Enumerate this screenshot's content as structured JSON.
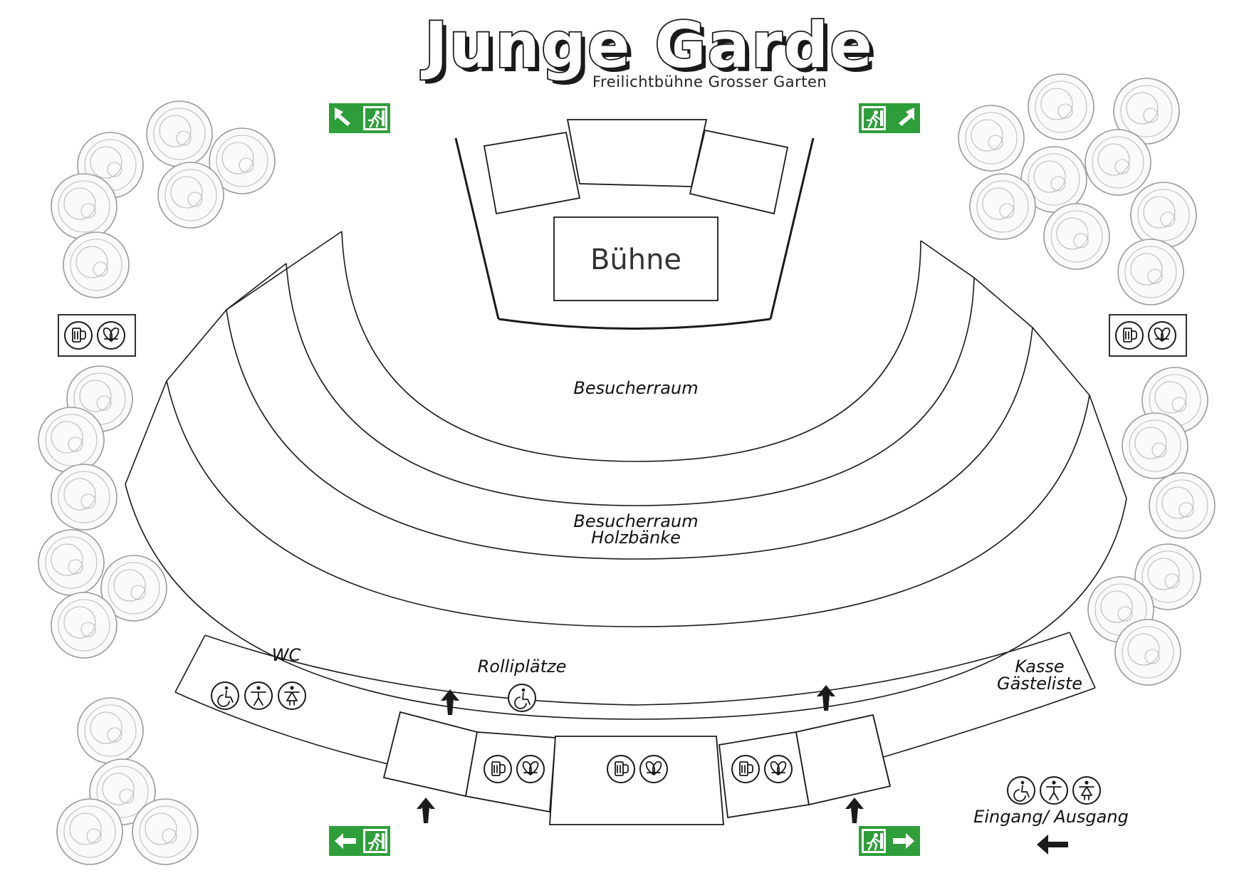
{
  "title": "Junge Garde",
  "subtitle": "Freilichtbühne Grosser Garten",
  "stage_label": "Bühne",
  "zones": {
    "visitor_area": "Besucherraum",
    "visitor_benches_line1": "Besucherraum",
    "visitor_benches_line2": "Holzbänke",
    "wc": "WC",
    "wheelchair_spaces": "Rolliplätze",
    "cashier_line1": "Kasse",
    "cashier_line2": "Gästeliste",
    "entrance_exit": "Eingang/ Ausgang"
  },
  "icons": {
    "drink": "beer-mug-icon",
    "food": "pretzel-icon",
    "wheelchair": "wheelchair-icon",
    "person_male": "male-person-icon",
    "person_female": "female-person-icon",
    "exit_sign": "emergency-exit-sign-icon",
    "direction": "arrow-up-icon"
  },
  "colors": {
    "exit_sign_green": "#2e9e3a",
    "line": "#1a1a1a",
    "tree_outline": "#9a9a9a"
  }
}
